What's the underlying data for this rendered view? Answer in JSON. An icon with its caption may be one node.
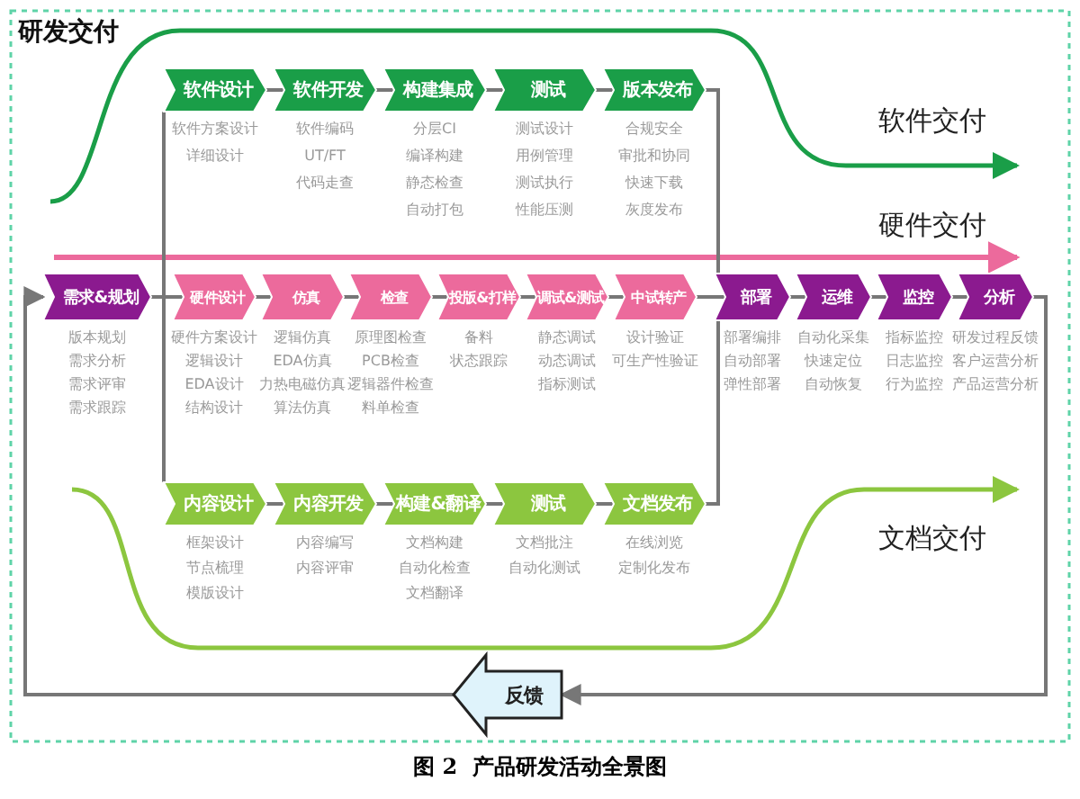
{
  "diagram": {
    "title": "研发交付",
    "caption": "图 2  产品研发活动全景图",
    "nodes": [
      {
        "text": [
          "软件设计"
        ],
        "beside": [
          "软件方案设计",
          "详细设计"
        ]
      },
      {
        "text": [
          "软件开发"
        ],
        "beside": [
          "软件编码",
          "UT/FT",
          "代码走查"
        ]
      },
      {
        "text": [
          "构建集成"
        ],
        "beside": [
          "分层CI",
          "编译构建",
          "静态检查",
          "自动打包"
        ]
      },
      {
        "text": [
          "测试"
        ],
        "beside": [
          "测试设计",
          "用例管理",
          "测试执行",
          "性能压测"
        ]
      },
      {
        "text": [
          "版本发布"
        ],
        "beside": [
          "合规安全",
          "审批和协同",
          "快速下载",
          "灰度发布"
        ]
      },
      {
        "text": [
          "需求&规划"
        ],
        "beside": [
          "版本规划",
          "需求分析",
          "需求评审",
          "需求跟踪"
        ]
      },
      {
        "text": [
          "硬件设计"
        ],
        "beside": [
          "硬件方案设计",
          "逻辑设计",
          "EDA设计",
          "结构设计"
        ]
      },
      {
        "text": [
          "仿真"
        ],
        "beside": [
          "逻辑仿真",
          "EDA仿真",
          "力热电磁仿真",
          "算法仿真"
        ]
      },
      {
        "text": [
          "检查"
        ],
        "beside": [
          "原理图检查",
          "PCB检查",
          "逻辑器件检查",
          "料单检查"
        ]
      },
      {
        "text": [
          "投版&打样"
        ],
        "beside": [
          "备料",
          "状态跟踪"
        ]
      },
      {
        "text": [
          "调试&测试"
        ],
        "beside": [
          "静态调试",
          "动态调试",
          "指标测试"
        ]
      },
      {
        "text": [
          "中试转产"
        ],
        "beside": [
          "设计验证",
          "可生产性验证"
        ]
      },
      {
        "text": [
          "部署"
        ],
        "beside": [
          "部署编排",
          "自动部署",
          "弹性部署"
        ]
      },
      {
        "text": [
          "运维"
        ],
        "beside": [
          "自动化采集",
          "快速定位",
          "自动恢复"
        ]
      },
      {
        "text": [
          "监控"
        ],
        "beside": [
          "指标监控",
          "日志监控",
          "行为监控"
        ]
      },
      {
        "text": [
          "分析"
        ],
        "beside": [
          "研发过程反馈",
          "客户运营分析",
          "产品运营分析"
        ]
      },
      {
        "text": [
          "内容设计"
        ],
        "beside": [
          "框架设计",
          "节点梳理",
          "模版设计"
        ]
      },
      {
        "text": [
          "内容开发"
        ],
        "beside": [
          "内容编写",
          "内容评审"
        ]
      },
      {
        "text": [
          "构建&翻译"
        ],
        "beside": [
          "文档构建",
          "自动化检查",
          "文档翻译"
        ]
      },
      {
        "text": [
          "测试"
        ],
        "beside": [
          "文档批注",
          "自动化测试"
        ]
      },
      {
        "text": [
          "文档发布"
        ],
        "beside": [
          "在线浏览",
          "定制化发布"
        ]
      },
      {
        "text": [
          "反馈"
        ]
      }
    ],
    "edges": [
      {
        "from": 0,
        "to": 1,
        "arrow": "none"
      },
      {
        "from": 1,
        "to": 2,
        "arrow": "none"
      },
      {
        "from": 2,
        "to": 3,
        "arrow": "none"
      },
      {
        "from": 3,
        "to": 4,
        "arrow": "none"
      },
      {
        "from": 5,
        "to": 6,
        "arrow": "none"
      },
      {
        "from": 6,
        "to": 7,
        "arrow": "none"
      },
      {
        "from": 7,
        "to": 8,
        "arrow": "none"
      },
      {
        "from": 8,
        "to": 9,
        "arrow": "none"
      },
      {
        "from": 9,
        "to": 10,
        "arrow": "none"
      },
      {
        "from": 10,
        "to": 11,
        "arrow": "none"
      },
      {
        "from": 11,
        "to": 12,
        "arrow": "none"
      },
      {
        "from": 12,
        "to": 13,
        "arrow": "none"
      },
      {
        "from": 13,
        "to": 14,
        "arrow": "none"
      },
      {
        "from": 14,
        "to": 15,
        "arrow": "none"
      },
      {
        "from": 16,
        "to": 17,
        "arrow": "none"
      },
      {
        "from": 17,
        "to": 18,
        "arrow": "none"
      },
      {
        "from": 18,
        "to": 19,
        "arrow": "none"
      },
      {
        "from": 19,
        "to": 20,
        "arrow": "none"
      },
      {
        "from": 5,
        "to": 0,
        "arrow": "none"
      },
      {
        "from": 5,
        "to": 16,
        "arrow": "none"
      },
      {
        "from": 4,
        "to": 12,
        "arrow": "none"
      },
      {
        "from": 20,
        "to": 12,
        "arrow": "none"
      },
      {
        "from": 15,
        "to": 21,
        "arrow": "to"
      },
      {
        "from": 21,
        "to": 5,
        "arrow": "to"
      }
    ],
    "labels": [
      "软件交付",
      "硬件交付",
      "文档交付"
    ]
  }
}
